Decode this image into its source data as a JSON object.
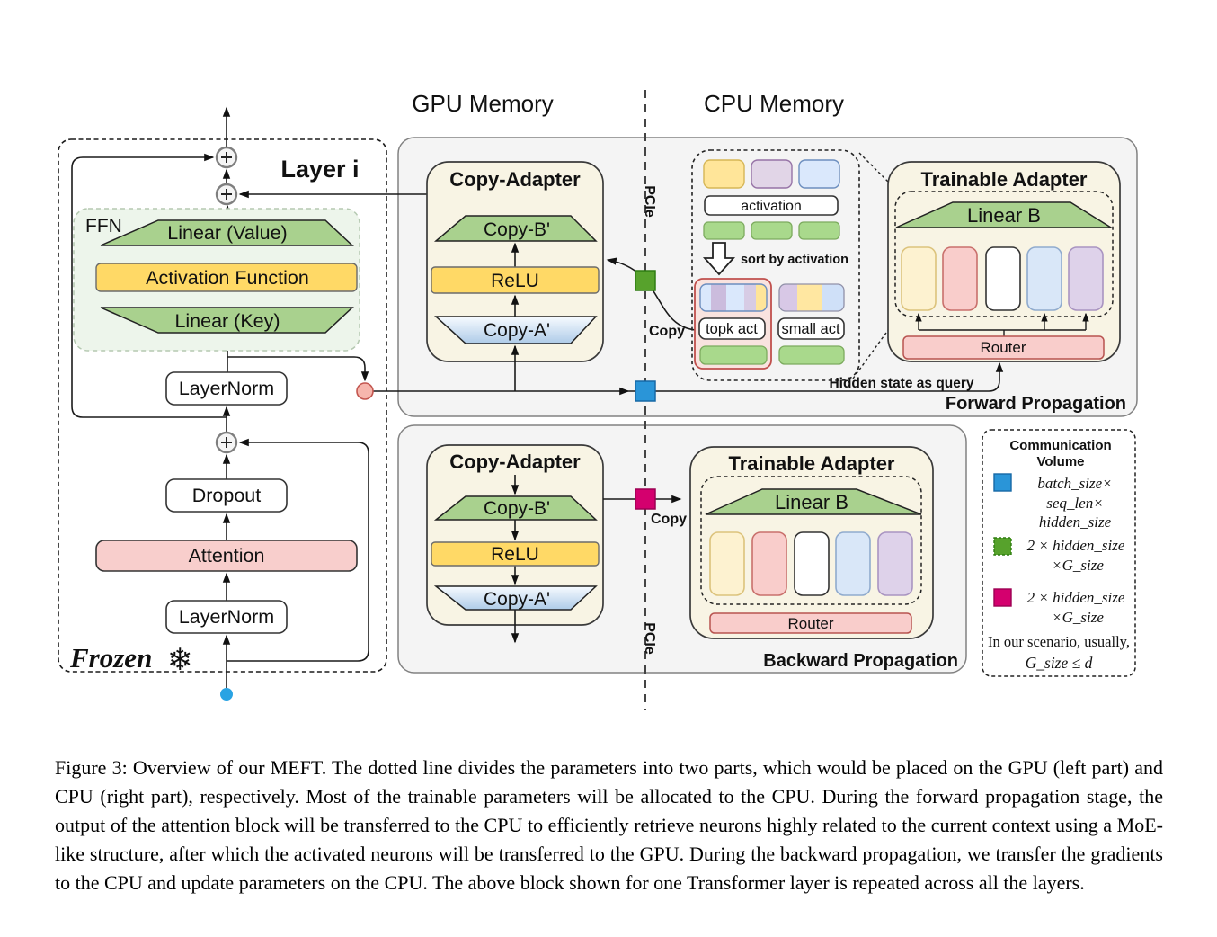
{
  "titles": {
    "gpu": "GPU Memory",
    "cpu": "CPU Memory"
  },
  "layer": {
    "title": "Layer i",
    "ffn": "FFN",
    "linear_value": "Linear (Value)",
    "activation_function": "Activation Function",
    "linear_key": "Linear (Key)",
    "layernorm_upper": "LayerNorm",
    "dropout": "Dropout",
    "attention": "Attention",
    "layernorm_lower": "LayerNorm",
    "frozen": "Frozen",
    "snowflake": "❄"
  },
  "forward": {
    "copy_adapter_title": "Copy-Adapter",
    "copy_b": "Copy-B'",
    "relu": "ReLU",
    "copy_a": "Copy-A'",
    "pcie": "PCIe",
    "copy_label": "Copy",
    "sort": {
      "activation": "activation",
      "sort_by": "sort by activation",
      "topk": "topk act",
      "small": "small act",
      "hidden_state": "Hidden state as query"
    },
    "adapter_title": "Trainable Adapter",
    "linear_b": "Linear B",
    "router": "Router",
    "label": "Forward Propagation"
  },
  "backward": {
    "copy_adapter_title": "Copy-Adapter",
    "copy_b": "Copy-B'",
    "relu": "ReLU",
    "copy_a": "Copy-A'",
    "pcie": "PCIe",
    "copy_label": "Copy",
    "adapter_title": "Trainable Adapter",
    "linear_b": "Linear B",
    "router": "Router",
    "label": "Backward Propagation"
  },
  "legend": {
    "title_line1": "Communication",
    "title_line2": "Volume",
    "blue_lines": [
      "batch_size×",
      "seq_len×",
      "hidden_size"
    ],
    "green_lines": [
      "2 × hidden_size",
      "×G_size"
    ],
    "magenta_lines": [
      "2 × hidden_size",
      "×G_size"
    ],
    "note_line1": "In our scenario, usually,",
    "note_line2": "G_size ≤ d"
  },
  "colors": {
    "blue_square": "#2a95d8",
    "green_square": "#57a22c",
    "magenta_square": "#d4006e",
    "green_shape": "#a9d18e",
    "yellow_shape": "#ffd966",
    "pink_shape": "#f8cecc",
    "neuron_yellow": "#fdf2d0",
    "neuron_pink": "#f9cdcb",
    "neuron_white": "#ffffff",
    "neuron_blue": "#d9e7f8",
    "neuron_purple": "#ded2ea",
    "input_dot": "#29a3e3",
    "hidden_dot": "#f6b6ad"
  },
  "caption": "Figure 3: Overview of our MEFT. The dotted line divides the parameters into two parts, which would be placed on the GPU (left part) and CPU (right part), respectively. Most of the trainable parameters will be allocated to the CPU. During the forward propagation stage, the output of the attention block will be transferred to the CPU to efficiently retrieve neurons highly related to the current context using a MoE-like structure, after which the activated neurons will be transferred to the GPU. During the backward propagation, we transfer the gradients to the CPU and update parameters on the CPU. The above block shown for one Transformer layer is repeated across all the layers."
}
